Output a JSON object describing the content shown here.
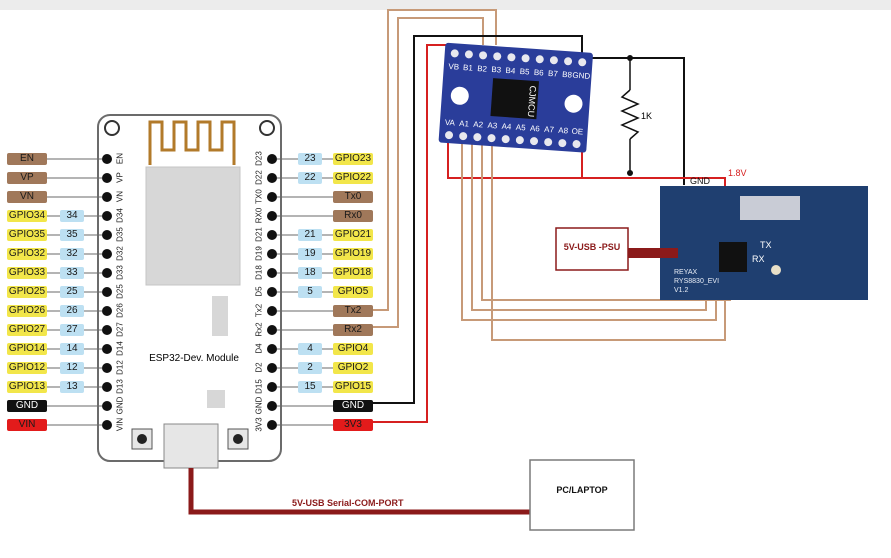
{
  "esp32": {
    "module_label": "ESP32-Dev. Module",
    "left_headers": [
      "EN",
      "VP",
      "VN",
      "D34",
      "D35",
      "D32",
      "D33",
      "D25",
      "D26",
      "D27",
      "D14",
      "D12",
      "D13",
      "GND",
      "VIN"
    ],
    "right_headers": [
      "D23",
      "D22",
      "TX0",
      "RX0",
      "D21",
      "D19",
      "D18",
      "D5",
      "Tx2",
      "Rx2",
      "D4",
      "D2",
      "D15",
      "GND",
      "3V3"
    ]
  },
  "left_labels": [
    {
      "outer": "EN",
      "outer_style": "brown"
    },
    {
      "outer": "VP",
      "outer_style": "brown"
    },
    {
      "outer": "VN",
      "outer_style": "brown"
    },
    {
      "outer": "GPIO34",
      "outer_style": "yellow",
      "inner": "34"
    },
    {
      "outer": "GPIO35",
      "outer_style": "yellow",
      "inner": "35"
    },
    {
      "outer": "GPIO32",
      "outer_style": "yellow",
      "inner": "32"
    },
    {
      "outer": "GPIO33",
      "outer_style": "yellow",
      "inner": "33"
    },
    {
      "outer": "GPIO25",
      "outer_style": "yellow",
      "inner": "25"
    },
    {
      "outer": "GPIO26",
      "outer_style": "yellow",
      "inner": "26"
    },
    {
      "outer": "GPIO27",
      "outer_style": "yellow",
      "inner": "27"
    },
    {
      "outer": "GPIO14",
      "outer_style": "yellow",
      "inner": "14"
    },
    {
      "outer": "GPIO12",
      "outer_style": "yellow",
      "inner": "12"
    },
    {
      "outer": "GPIO13",
      "outer_style": "yellow",
      "inner": "13"
    },
    {
      "outer": "GND",
      "outer_style": "black"
    },
    {
      "outer": "VIN",
      "outer_style": "red"
    }
  ],
  "right_labels": [
    {
      "outer": "GPIO23",
      "outer_style": "yellow",
      "inner": "23"
    },
    {
      "outer": "GPIO22",
      "outer_style": "yellow",
      "inner": "22"
    },
    {
      "outer": "Tx0",
      "outer_style": "brown"
    },
    {
      "outer": "Rx0",
      "outer_style": "brown"
    },
    {
      "outer": "GPIO21",
      "outer_style": "yellow",
      "inner": "21"
    },
    {
      "outer": "GPIO19",
      "outer_style": "yellow",
      "inner": "19"
    },
    {
      "outer": "GPIO18",
      "outer_style": "yellow",
      "inner": "18"
    },
    {
      "outer": "GPIO5",
      "outer_style": "yellow",
      "inner": "5"
    },
    {
      "outer": "Tx2",
      "outer_style": "brown"
    },
    {
      "outer": "Rx2",
      "outer_style": "brown"
    },
    {
      "outer": "GPIO4",
      "outer_style": "yellow",
      "inner": "4"
    },
    {
      "outer": "GPIO2",
      "outer_style": "yellow",
      "inner": "2"
    },
    {
      "outer": "GPIO15",
      "outer_style": "yellow",
      "inner": "15"
    },
    {
      "outer": "GND",
      "outer_style": "black"
    },
    {
      "outer": "3V3",
      "outer_style": "red"
    }
  ],
  "level_shifter": {
    "brand": "CJMCU",
    "top_pins": [
      "VB",
      "B1",
      "B2",
      "B3",
      "B4",
      "B5",
      "B6",
      "B7",
      "B8",
      "GND"
    ],
    "bottom_pins": [
      "VA",
      "A1",
      "A2",
      "A3",
      "A4",
      "A5",
      "A6",
      "A7",
      "A8",
      "OE"
    ]
  },
  "resistor_label": "1K",
  "gnd_label": "GND",
  "voltage_label": "1.8V",
  "psu_label": "5V-USB -PSU",
  "sensor": {
    "line1": "REYAX",
    "line2": "RYS8830_EVI",
    "line3": "V1.2",
    "tx": "TX",
    "rx": "RX"
  },
  "usb_cable_label": "5V-USB Serial-COM-PORT",
  "pc_label": "PC/LAPTOP",
  "colors": {
    "brown_wire": "#c79a78",
    "red_wire": "#d62020",
    "black_wire": "#111111",
    "usb_cable": "#8b1a1a",
    "board_blue": "#2a3d9a",
    "sensor_blue": "#1f3f70"
  }
}
